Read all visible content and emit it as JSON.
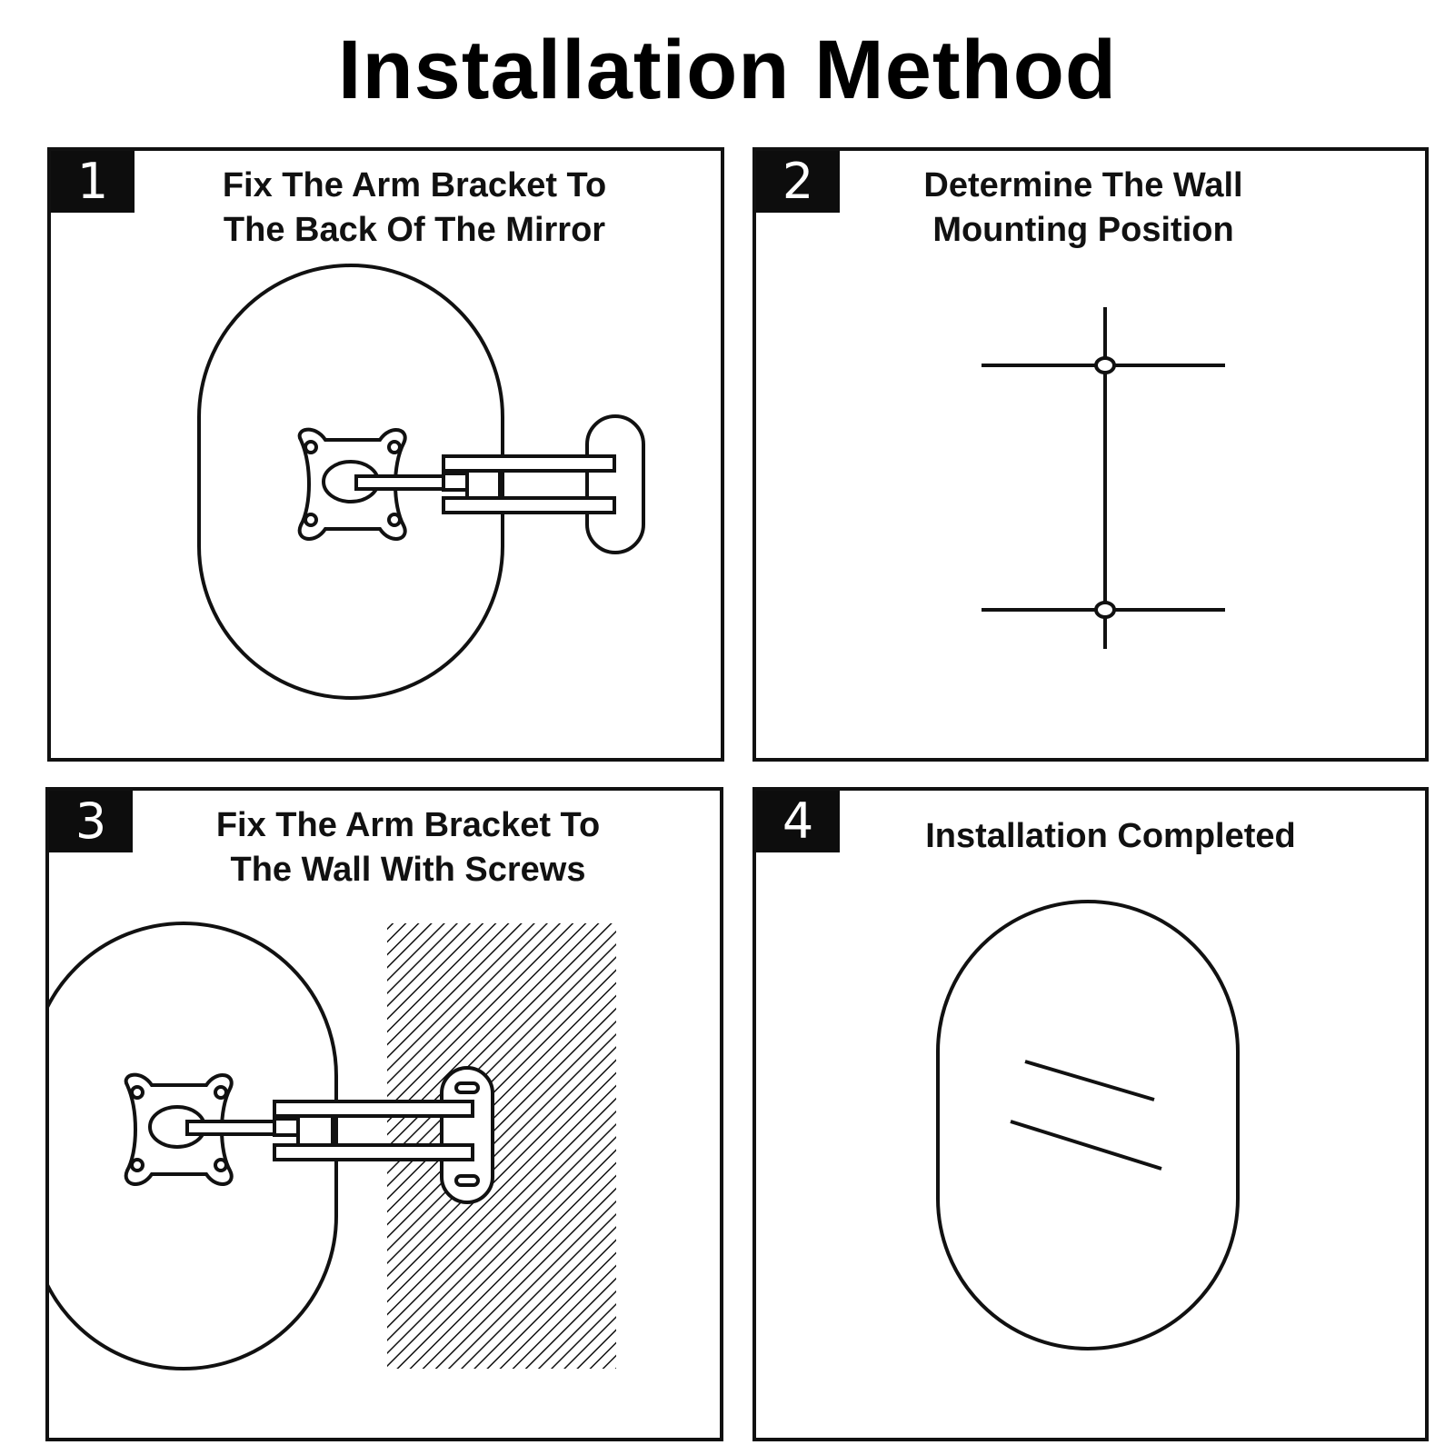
{
  "title": "Installation Method",
  "steps": [
    {
      "number": "1",
      "caption_line1": "Fix The Arm Bracket To",
      "caption_line2": "The Back Of The Mirror"
    },
    {
      "number": "2",
      "caption_line1": "Determine The Wall",
      "caption_line2": "Mounting Position"
    },
    {
      "number": "3",
      "caption_line1": "Fix The Arm Bracket To",
      "caption_line2": "The Wall With Screws"
    },
    {
      "number": "4",
      "caption_line1": "Installation Completed"
    }
  ],
  "colors": {
    "ink": "#111111",
    "badge": "#0d0d0d",
    "background": "#ffffff"
  },
  "icons": [
    "mirror-outline",
    "arm-bracket",
    "wall-mark-crosshair",
    "hatched-wall"
  ]
}
